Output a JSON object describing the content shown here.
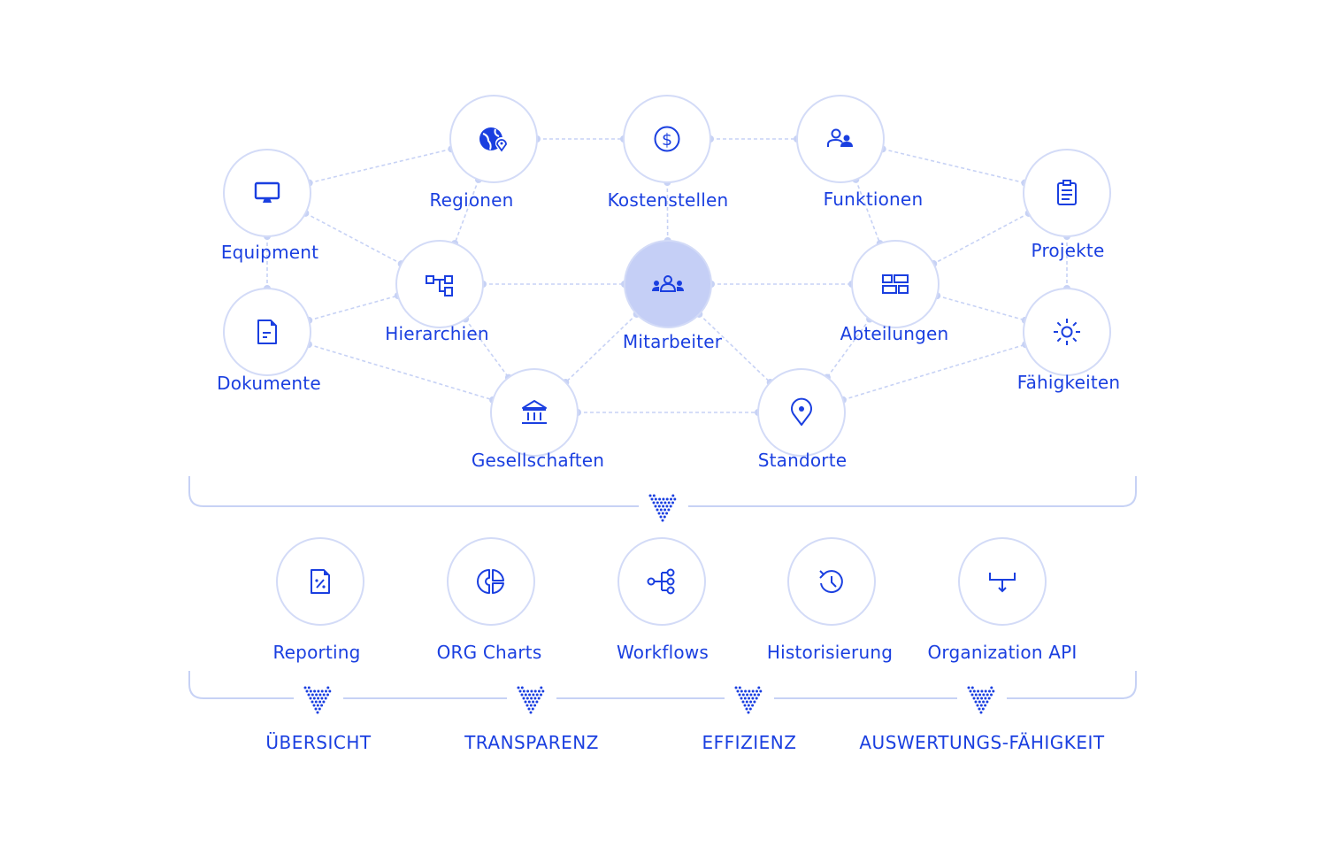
{
  "colors": {
    "accent": "#1a3fe0",
    "line": "#c7d2f5",
    "circle_stroke": "#d3dbf7",
    "center_fill": "#c5cff6",
    "dot": "#c7d2f5"
  },
  "network": {
    "center": {
      "id": "mitarbeiter",
      "label": "Mitarbeiter",
      "icon": "team-icon"
    },
    "nodes": [
      {
        "id": "equipment",
        "label": "Equipment",
        "icon": "monitor-icon"
      },
      {
        "id": "regionen",
        "label": "Regionen",
        "icon": "globe-pin-icon"
      },
      {
        "id": "kostenstellen",
        "label": "Kostenstellen",
        "icon": "dollar-icon"
      },
      {
        "id": "funktionen",
        "label": "Funktionen",
        "icon": "users-icon"
      },
      {
        "id": "projekte",
        "label": "Projekte",
        "icon": "clipboard-icon"
      },
      {
        "id": "hierarchien",
        "label": "Hierarchien",
        "icon": "hierarchy-icon"
      },
      {
        "id": "abteilungen",
        "label": "Abteilungen",
        "icon": "dashboard-icon"
      },
      {
        "id": "dokumente",
        "label": "Dokumente",
        "icon": "document-icon"
      },
      {
        "id": "faehigkeiten",
        "label": "Fähigkeiten",
        "icon": "sun-icon"
      },
      {
        "id": "gesellschaften",
        "label": "Gesellschaften",
        "icon": "bank-icon"
      },
      {
        "id": "standorte",
        "label": "Standorte",
        "icon": "location-pin-icon"
      }
    ]
  },
  "features": [
    {
      "id": "reporting",
      "label": "Reporting",
      "icon": "report-percent-icon"
    },
    {
      "id": "org-charts",
      "label": "ORG Charts",
      "icon": "pie-chart-icon"
    },
    {
      "id": "workflows",
      "label": "Workflows",
      "icon": "workflow-icon"
    },
    {
      "id": "historisierung",
      "label": "Historisierung",
      "icon": "history-icon"
    },
    {
      "id": "organization-api",
      "label": "Organization API",
      "icon": "api-merge-icon"
    }
  ],
  "benefits": [
    {
      "id": "uebersicht",
      "label": "ÜBERSICHT"
    },
    {
      "id": "transparenz",
      "label": "TRANSPARENZ"
    },
    {
      "id": "effizienz",
      "label": "EFFIZIENZ"
    },
    {
      "id": "auswertung",
      "label": "AUSWERTUNGS-FÄHIGKEIT"
    }
  ]
}
